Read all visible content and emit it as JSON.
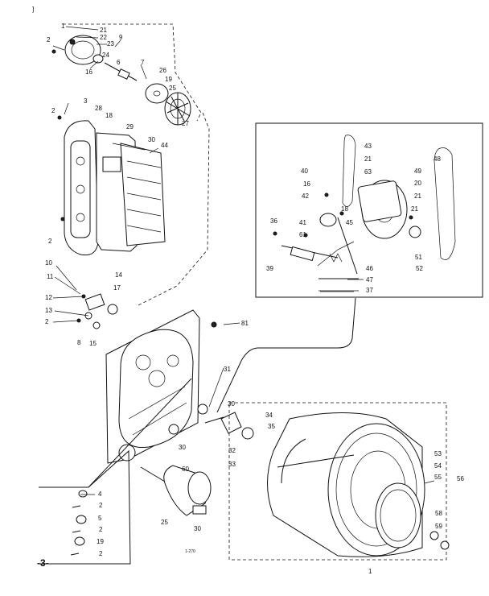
{
  "page": {
    "page_number": "-3-",
    "corner_mark": "]",
    "drawing_code": "1-270"
  },
  "callouts": [
    {
      "text": "1"
    },
    {
      "text": "21"
    },
    {
      "text": "22"
    },
    {
      "text": "2"
    },
    {
      "text": "23"
    },
    {
      "text": "9"
    },
    {
      "text": "24"
    },
    {
      "text": "6"
    },
    {
      "text": "16"
    },
    {
      "text": "7"
    },
    {
      "text": "26"
    },
    {
      "text": "19"
    },
    {
      "text": "25"
    },
    {
      "text": "27"
    },
    {
      "text": "2"
    },
    {
      "text": "3"
    },
    {
      "text": "28"
    },
    {
      "text": "18"
    },
    {
      "text": "29"
    },
    {
      "text": "30"
    },
    {
      "text": "44"
    },
    {
      "text": "2"
    },
    {
      "text": "10"
    },
    {
      "text": "11"
    },
    {
      "text": "12"
    },
    {
      "text": "14"
    },
    {
      "text": "17"
    },
    {
      "text": "13"
    },
    {
      "text": "2"
    },
    {
      "text": "8"
    },
    {
      "text": "15"
    },
    {
      "text": "81"
    },
    {
      "text": "31"
    },
    {
      "text": "30"
    },
    {
      "text": "34"
    },
    {
      "text": "35"
    },
    {
      "text": "32"
    },
    {
      "text": "33"
    },
    {
      "text": "30"
    },
    {
      "text": "60"
    },
    {
      "text": "25"
    },
    {
      "text": "30"
    },
    {
      "text": "53"
    },
    {
      "text": "54"
    },
    {
      "text": "55"
    },
    {
      "text": "56"
    },
    {
      "text": "58"
    },
    {
      "text": "59"
    },
    {
      "text": "4"
    },
    {
      "text": "2"
    },
    {
      "text": "5"
    },
    {
      "text": "2"
    },
    {
      "text": "19"
    },
    {
      "text": "2"
    },
    {
      "text": "43"
    },
    {
      "text": "21"
    },
    {
      "text": "63"
    },
    {
      "text": "48"
    },
    {
      "text": "40"
    },
    {
      "text": "49"
    },
    {
      "text": "16"
    },
    {
      "text": "20"
    },
    {
      "text": "42"
    },
    {
      "text": "21"
    },
    {
      "text": "36"
    },
    {
      "text": "41"
    },
    {
      "text": "18"
    },
    {
      "text": "61"
    },
    {
      "text": "45"
    },
    {
      "text": "21"
    },
    {
      "text": "51"
    },
    {
      "text": "39"
    },
    {
      "text": "46"
    },
    {
      "text": "52"
    },
    {
      "text": "47"
    },
    {
      "text": "37"
    },
    {
      "text": "1"
    }
  ]
}
